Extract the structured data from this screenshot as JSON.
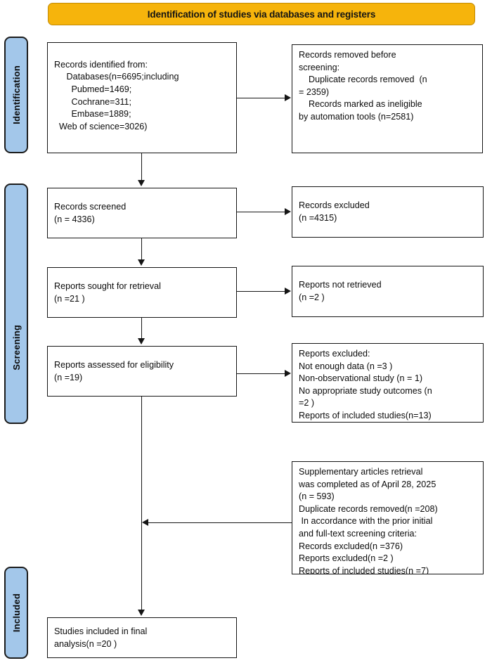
{
  "header": {
    "title": "Identification of studies via databases and registers",
    "color": "#F6B40C"
  },
  "stages": {
    "identification": "Identification",
    "screening": "Screening",
    "included": "Included",
    "tab_color": "#A3C7EA"
  },
  "boxes": {
    "identified": {
      "name": "Records identified from",
      "lines": [
        "Records identified from:",
        "     Databases(n=6695;including",
        "       Pubmed=1469;",
        "       Cochrane=311;",
        "       Embase=1889;",
        "  Web of science=3026)"
      ]
    },
    "removed_before_screening": {
      "name": "Records removed before screening",
      "lines": [
        "Records removed ",
        "screening",
        ":",
        "    Duplicate records removed  (n",
        "= 2359)",
        "    Records marked as ineligible",
        "by automation tools (n=2581)"
      ],
      "italic_1": "before",
      "italic_2": "screening"
    },
    "records_screened": {
      "lines": [
        "Records screened",
        "(n = 4336)"
      ]
    },
    "records_excluded": {
      "lines": [
        "Records excluded",
        "(n =4315)"
      ]
    },
    "reports_sought": {
      "lines": [
        "Reports sought for retrieval",
        "(n =21 )"
      ]
    },
    "reports_not_retrieved": {
      "lines": [
        "Reports not retrieved",
        "(n =2 )"
      ]
    },
    "reports_assessed": {
      "lines": [
        "Reports assessed for eligibility",
        "(n =19)"
      ]
    },
    "reports_excluded": {
      "lines": [
        "Reports excluded:",
        "Not enough data (n =3 )",
        "Non-observational study (n = 1)",
        "No appropriate study outcomes (n",
        "=2 )",
        "Reports of included studies(n=13)"
      ]
    },
    "supplementary": {
      "lines": [
        "Supplementary articles retrieval",
        "was completed as of April 28, 2025",
        "(n = 593)",
        "Duplicate records removed(n =208)",
        " In accordance with the prior initial",
        "and full-text screening criteria:",
        "Records excluded(n =376)",
        "Reports excluded(n =2 )",
        "Reports of included studies(n =7)"
      ]
    },
    "final": {
      "lines": [
        "Studies included in final",
        "analysis(n =20 )"
      ]
    }
  },
  "chart_data": {
    "type": "diagram",
    "title": "PRISMA 2020 flow diagram",
    "counts": {
      "records_identified_total": 6695,
      "pubmed": 1469,
      "cochrane": 311,
      "embase": 1889,
      "web_of_science": 3026,
      "duplicates_removed": 2359,
      "ineligible_by_automation": 2581,
      "records_screened": 4336,
      "records_excluded": 4315,
      "reports_sought": 21,
      "reports_not_retrieved": 2,
      "reports_assessed": 19,
      "excluded_not_enough_data": 3,
      "excluded_non_observational": 1,
      "excluded_no_appropriate_outcomes": 2,
      "reports_of_included_studies": 13,
      "supplementary_retrieved": 593,
      "supplementary_duplicates_removed": 208,
      "supplementary_records_excluded": 376,
      "supplementary_reports_excluded": 2,
      "supplementary_reports_included": 7,
      "studies_included_final": 20
    }
  }
}
